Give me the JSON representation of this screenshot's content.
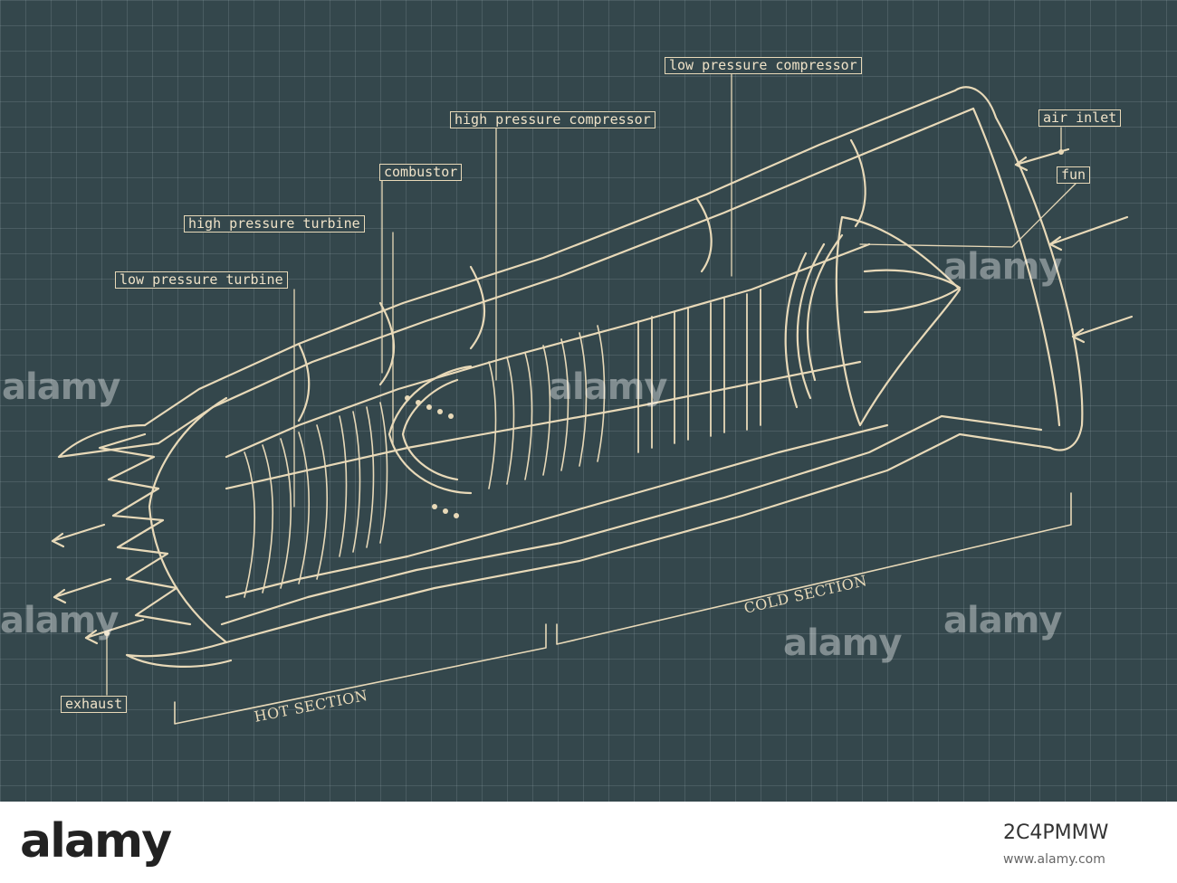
{
  "labels": {
    "low_pressure_compressor": "low pressure compressor",
    "high_pressure_compressor": "high pressure compressor",
    "combustor": "combustor",
    "high_pressure_turbine": "high pressure turbine",
    "low_pressure_turbine": "low pressure turbine",
    "air_inlet": "air inlet",
    "fun": "fun",
    "exhaust": "exhaust"
  },
  "sections": {
    "cold": "COLD SECTION",
    "hot": "HOT SECTION"
  },
  "watermark": "alamy",
  "footer": {
    "logo": "alamy",
    "image_id": "2C4PMMW",
    "url": "www.alamy.com"
  },
  "colors": {
    "background": "#34474c",
    "line": "#e8d9b8",
    "grid": "#5b6e73"
  }
}
